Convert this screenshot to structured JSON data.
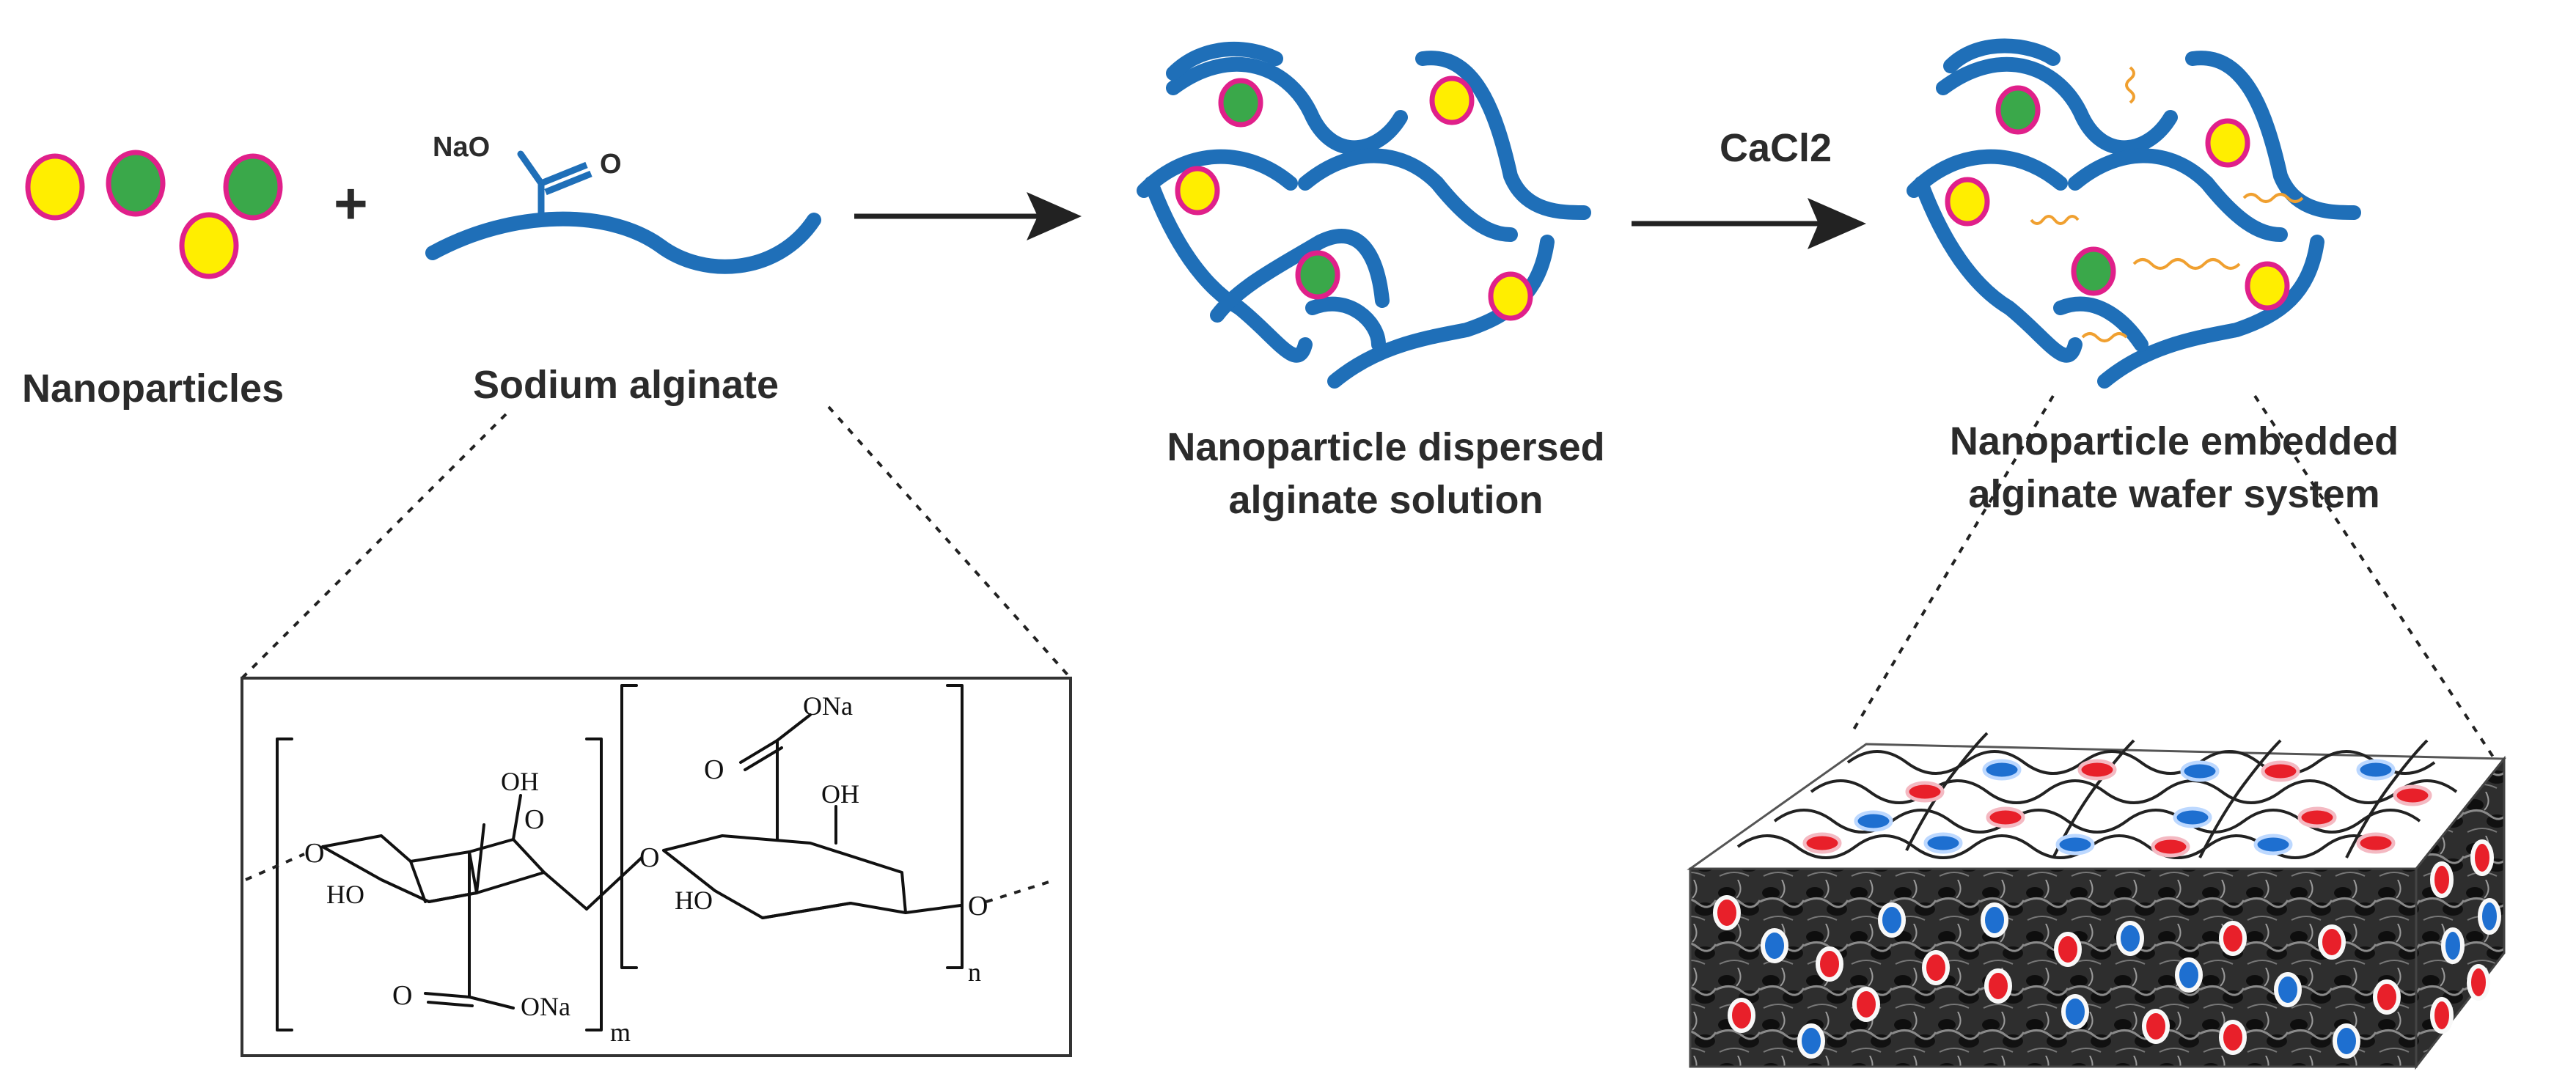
{
  "labels": {
    "nanoparticles": "Nanoparticles",
    "sodium_alginate": "Sodium alginate",
    "dispersed_line1": "Nanoparticle dispersed",
    "dispersed_line2": "alginate solution",
    "embedded_line1": "Nanoparticle embedded",
    "embedded_line2": "alginate wafer system",
    "reagent": "CaCl2",
    "plus": "+"
  },
  "sodium_alginate_sketch": {
    "salt": "NaO",
    "oxygen": "O"
  },
  "structure": {
    "ring1_top_oh": "OH",
    "ring1_left_ho": "HO",
    "ring1_bottom_ona": "ONa",
    "ring1_bottom_o": "O",
    "ring2_top_ona": "ONa",
    "ring2_top_o": "O",
    "ring2_oh": "OH",
    "ring2_left_ho": "HO",
    "left_o": "O",
    "link_o": "O",
    "right_o": "O",
    "ring_o": "O",
    "subscript_m": "m",
    "subscript_n": "n"
  },
  "colors": {
    "chain_blue": "#1f6fb8",
    "particle_yellow": "#ffee00",
    "particle_green": "#3aa84a",
    "particle_rim_magenta": "#e0208a",
    "crosslink_orange": "#f0a030",
    "wafer_red": "#e8202a",
    "wafer_blue": "#1e6fd0"
  }
}
